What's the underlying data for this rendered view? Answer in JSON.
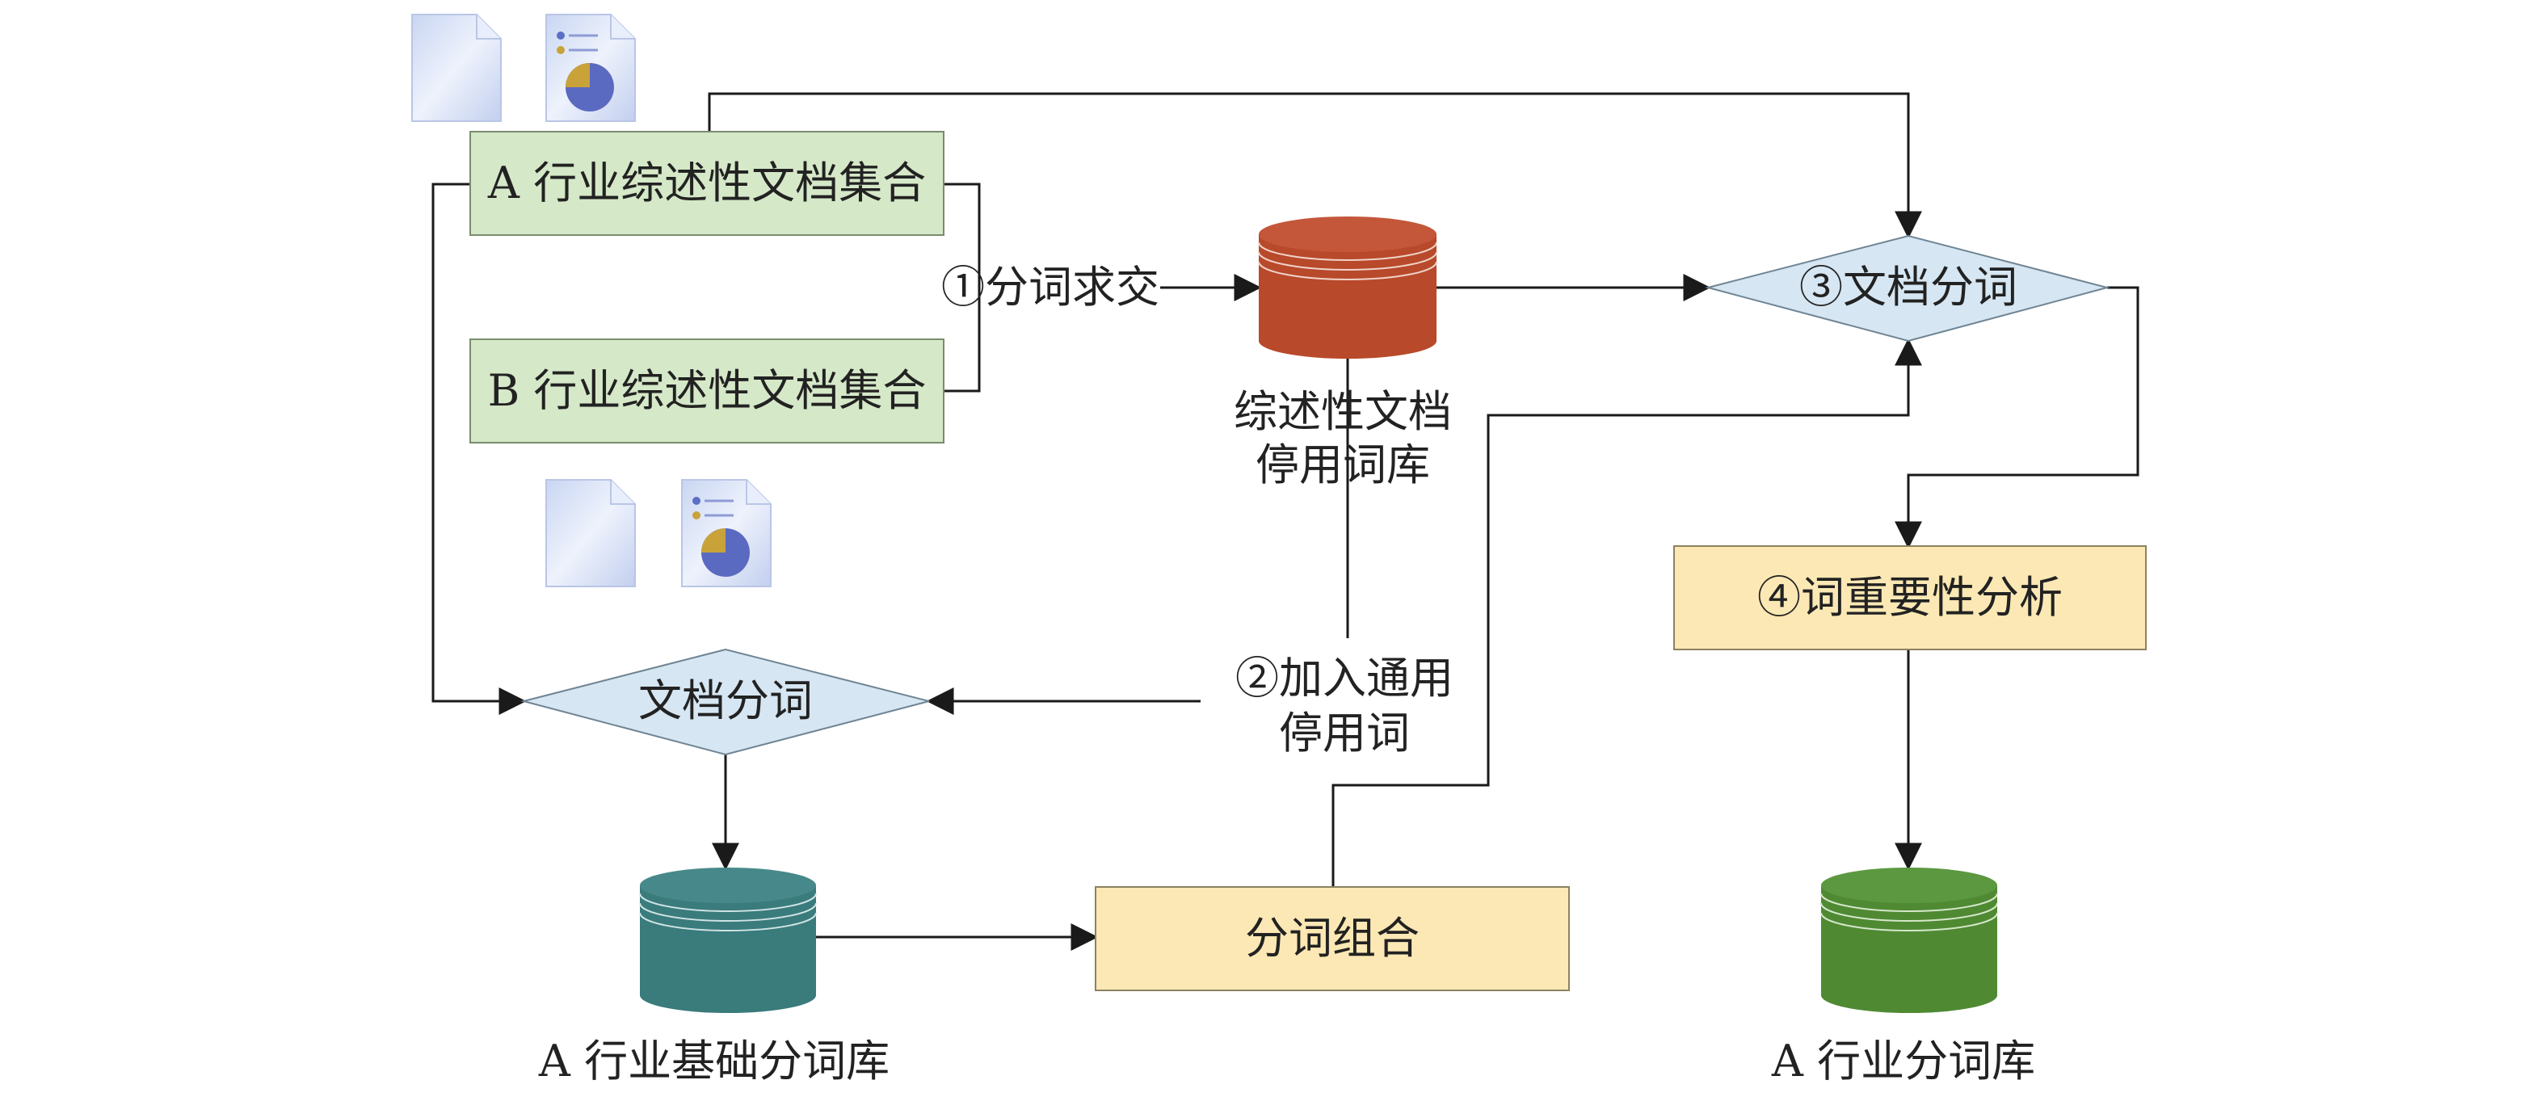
{
  "nodes": {
    "doc_set_a": "A 行业综述性文档集合",
    "doc_set_b": "B 行业综述性文档集合",
    "step1": "①分词求交",
    "stopword_db_line1": "综述性文档",
    "stopword_db_line2": "停用词库",
    "step3": "③文档分词",
    "step4": "④词重要性分析",
    "step2_line1": "②加入通用",
    "step2_line2": "停用词",
    "doc_segment": "文档分词",
    "base_db": "A 行业基础分词库",
    "word_combine": "分词组合",
    "final_db": "A 行业分词库"
  },
  "colors": {
    "green_box_fill": "#d5e8c8",
    "yellow_box_fill": "#fbe8b4",
    "diamond_fill": "#d6e6f2",
    "orange_db": "#b8492a",
    "teal_db": "#3a7b7c",
    "green_db": "#4f8a33",
    "line": "#1a1a1a"
  },
  "icons": [
    "document-icon",
    "pie-chart-document-icon"
  ]
}
